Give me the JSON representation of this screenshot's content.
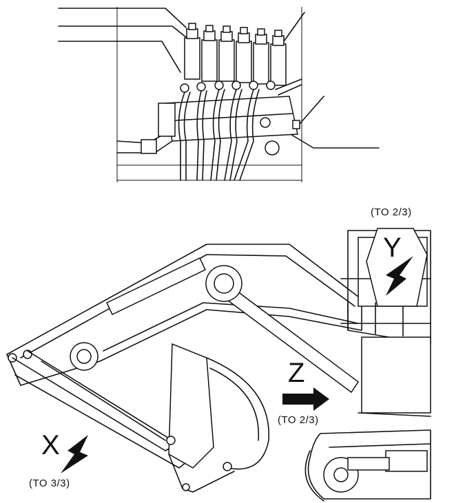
{
  "view_labels": {
    "x": {
      "letter": "X",
      "ref": "(TO 3/3)"
    },
    "y": {
      "letter": "Y",
      "ref": "(TO 2/3)"
    },
    "z": {
      "letter": "Z",
      "ref": "(TO 2/3)"
    }
  },
  "colors": {
    "line": "#111111",
    "background": "#ffffff"
  },
  "icons": {
    "view_arrow": "view-direction-arrow-icon"
  }
}
